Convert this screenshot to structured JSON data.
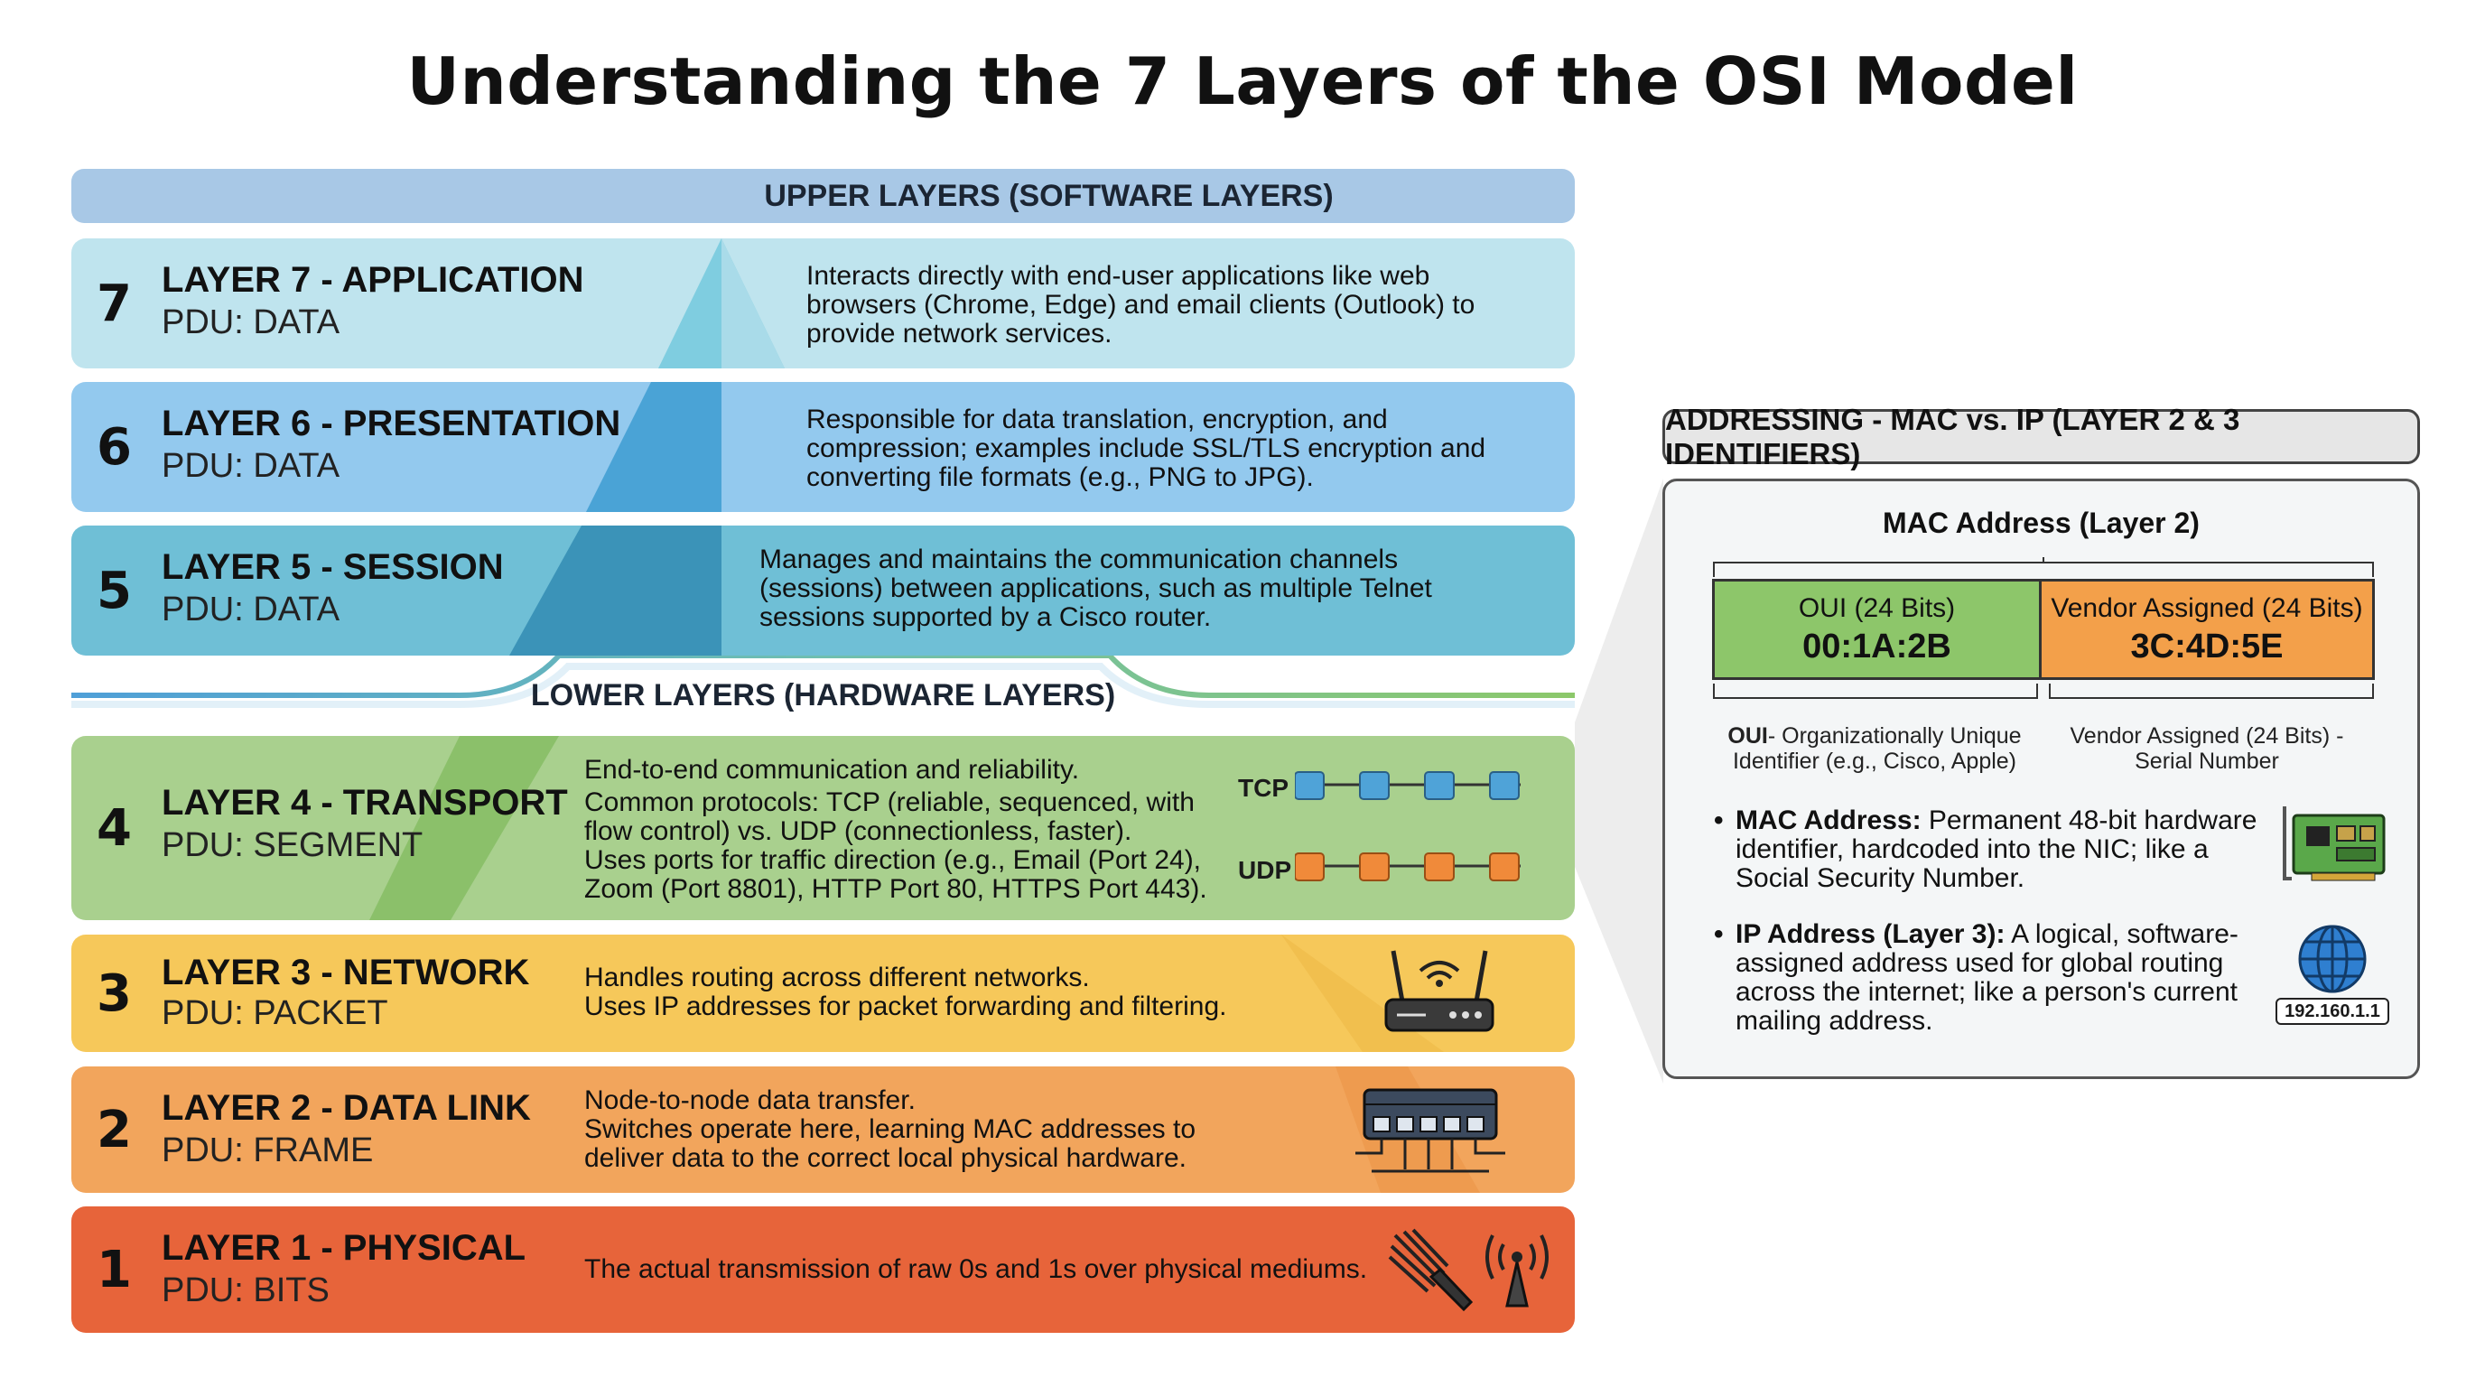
{
  "title": "Understanding the 7 Layers of the OSI Model",
  "upper_band": "UPPER LAYERS (SOFTWARE LAYERS)",
  "lower_band": "LOWER LAYERS (HARDWARE LAYERS)",
  "layers": [
    {
      "num": "7",
      "name": "LAYER 7 - APPLICATION",
      "pdu": "PDU: DATA",
      "desc": [
        "Interacts directly with end-user applications like web",
        "browsers (Chrome, Edge) and email clients (Outlook) to",
        "provide network services."
      ]
    },
    {
      "num": "6",
      "name": "LAYER 6 - PRESENTATION",
      "pdu": "PDU: DATA",
      "desc": [
        "Responsible for data translation, encryption, and",
        "compression; examples include SSL/TLS encryption and",
        "converting file formats (e.g., PNG to JPG)."
      ]
    },
    {
      "num": "5",
      "name": "LAYER 5 - SESSION",
      "pdu": "PDU: DATA",
      "desc": [
        "Manages and maintains the communication channels",
        "(sessions) between applications, such as multiple Telnet",
        "sessions supported by a Cisco router."
      ]
    },
    {
      "num": "4",
      "name": "LAYER 4 - TRANSPORT",
      "pdu": "PDU: SEGMENT",
      "desc": [
        "End-to-end communication and reliability.",
        "Common protocols: TCP (reliable, sequenced, with",
        "flow control) vs. UDP (connectionless, faster).",
        "Uses ports for traffic direction (e.g., Email (Port 24),",
        "Zoom (Port 8801), HTTP Port 80, HTTPS Port 443)."
      ],
      "tcp_label": "TCP",
      "udp_label": "UDP"
    },
    {
      "num": "3",
      "name": "LAYER 3 - NETWORK",
      "pdu": "PDU: PACKET",
      "desc": [
        "Handles routing across different networks.",
        "Uses IP addresses for packet forwarding and filtering."
      ],
      "icon": "router-icon"
    },
    {
      "num": "2",
      "name": "LAYER 2 - DATA LINK",
      "pdu": "PDU: FRAME",
      "desc": [
        "Node-to-node data transfer.",
        "Switches operate here, learning MAC addresses to",
        "deliver data to the correct local physical hardware."
      ],
      "icon": "switch-icon"
    },
    {
      "num": "1",
      "name": "LAYER 1 - PHYSICAL",
      "pdu": "PDU: BITS",
      "desc": [
        "The actual transmission of raw 0s and 1s over physical mediums."
      ],
      "icons": [
        "cable-icon",
        "antenna-icon"
      ]
    }
  ],
  "addressing": {
    "header": "ADDRESSING - MAC vs. IP (LAYER 2 & 3 IDENTIFIERS)",
    "mac_title": "MAC Address (Layer 2)",
    "oui_label": "OUI (24 Bits)",
    "oui_value": "00:1A:2B",
    "vendor_label": "Vendor Assigned (24 Bits)",
    "vendor_value": "3C:4D:5E",
    "oui_note_bold": "OUI",
    "oui_note": [
      "- Organizationally Unique",
      "Identifier (e.g., Cisco, Apple)"
    ],
    "vendor_note": [
      "Vendor Assigned (24 Bits) -",
      "Serial Number"
    ],
    "mac_bullet_bold": "MAC Address:",
    "mac_bullet": [
      " Permanent 48-bit hardware",
      "identifier, hardcoded into the NIC; like a",
      "Social Security Number."
    ],
    "ip_bullet_bold": "IP Address (Layer 3):",
    "ip_bullet": [
      " A logical, software-",
      "assigned address used for global routing",
      "across the internet; like a person's current",
      "mailing address."
    ],
    "ip_example": "192.160.1.1"
  },
  "colors": {
    "l7": "#bfe4ee",
    "l6": "#93c9ee",
    "l5": "#6fbfd6",
    "l4": "#a9d08e",
    "l3": "#f6c85a",
    "l2": "#f2a55c",
    "l1": "#e7643a",
    "oui": "#8dc66a",
    "vendor": "#f3a04a",
    "tcp_node": "#4fa3d8",
    "udp_node": "#f08a3a"
  }
}
